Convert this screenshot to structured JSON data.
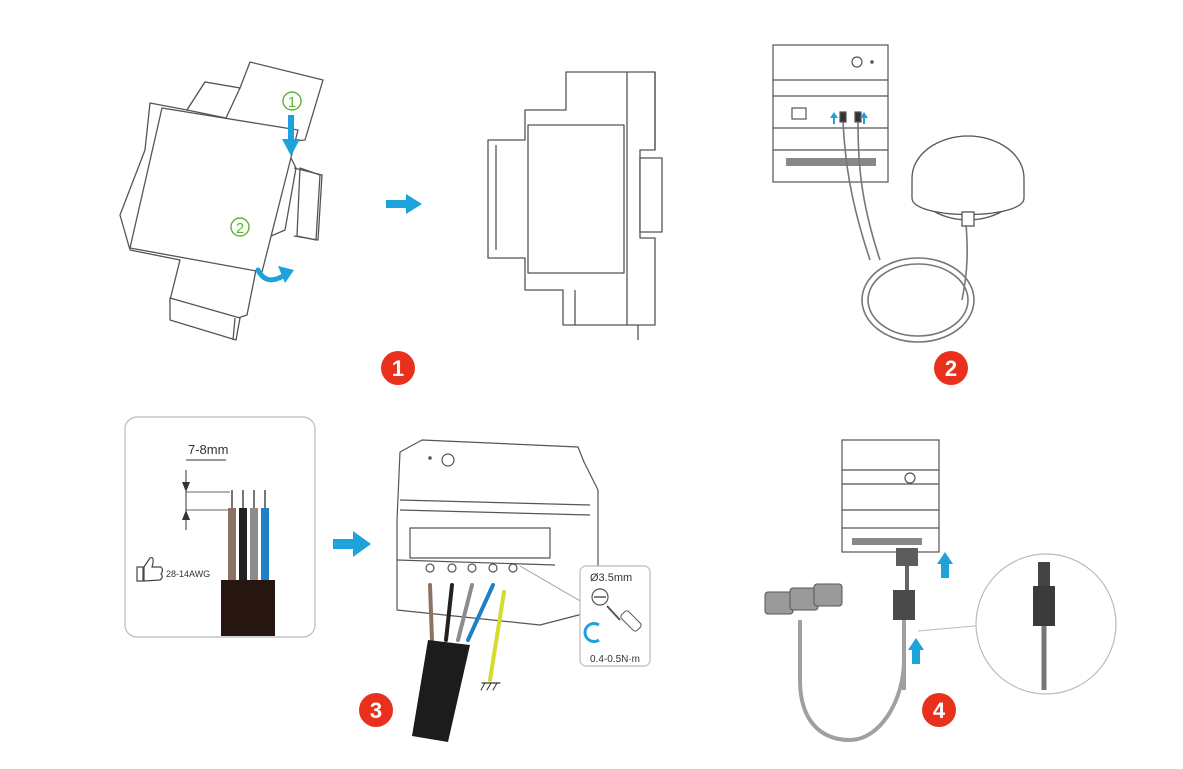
{
  "steps": {
    "one": "1",
    "two": "2",
    "three": "3",
    "four": "4"
  },
  "mount_marks": {
    "first": "1",
    "second": "2"
  },
  "wiring": {
    "strip_length": "7-8mm",
    "wire_gauge": "28-14AWG"
  },
  "tool": {
    "screwdriver_size": "Ø3.5mm",
    "torque": "0.4-0.5N·m"
  },
  "colors": {
    "badge": "#e8301c",
    "arrow": "#1ea2dc",
    "green": "#5cb531",
    "line": "#555555"
  }
}
